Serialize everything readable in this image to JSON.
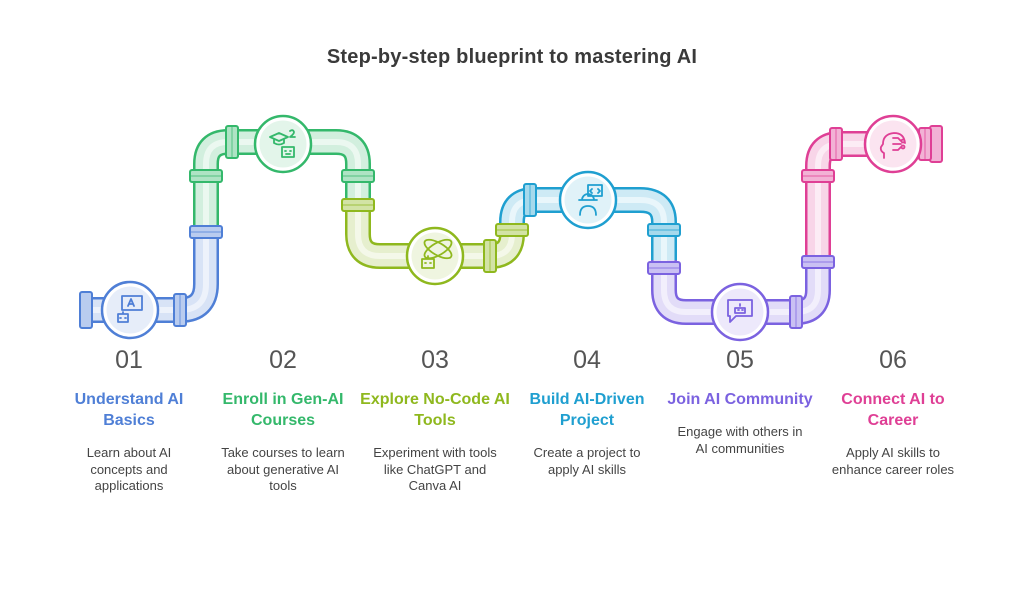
{
  "title": "Step-by-step blueprint to mastering AI",
  "colors": {
    "step1": "#4f7fd6",
    "step2": "#34b86b",
    "step3": "#8fb81e",
    "step4": "#1f9fd0",
    "step5": "#7b62e0",
    "step6": "#df3f95"
  },
  "steps": [
    {
      "number": "01",
      "heading": "Understand AI Basics",
      "description": "Learn about AI concepts and applications",
      "icon": "robot-chat-icon"
    },
    {
      "number": "02",
      "heading": "Enroll in Gen-AI Courses",
      "description": "Take courses to learn about generative AI tools",
      "icon": "graduation-robot-icon"
    },
    {
      "number": "03",
      "heading": "Explore No-Code AI Tools",
      "description": "Experiment with tools like ChatGPT and Canva AI",
      "icon": "atom-robot-icon"
    },
    {
      "number": "04",
      "heading": "Build AI-Driven Project",
      "description": "Create a project to apply AI skills",
      "icon": "developer-code-icon"
    },
    {
      "number": "05",
      "heading": "Join AI Community",
      "description": "Engage with others in AI communities",
      "icon": "chat-bubble-robot-icon"
    },
    {
      "number": "06",
      "heading": "Connect AI to Career",
      "description": "Apply AI skills to enhance career roles",
      "icon": "ai-head-icon"
    }
  ]
}
